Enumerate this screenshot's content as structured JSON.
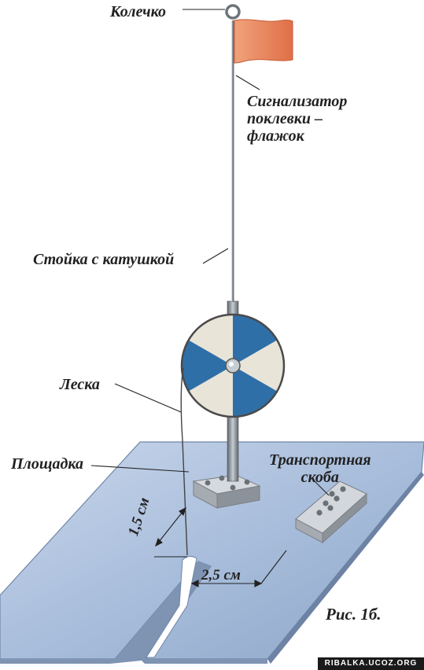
{
  "labels": {
    "ring": "Колечко",
    "signal_line1": "Сигнализатор",
    "signal_line2": "поклевки –",
    "signal_line3": "флажок",
    "stand": "Стойка с катушкой",
    "fishing_line": "Леска",
    "platform": "Площадка",
    "bracket_line1": "Транспортная",
    "bracket_line2": "скоба",
    "dim_vertical": "1,5 см",
    "dim_horizontal": "2,5 см",
    "figure": "Рис. 1б."
  },
  "watermark": "RIBALKA.UCOZ.ORG",
  "colors": {
    "flag": "#e8835a",
    "reel_blue": "#2f6fa8",
    "reel_light": "#e8e4d8",
    "platform": "#a9bedc",
    "metal": "#8a9096"
  }
}
